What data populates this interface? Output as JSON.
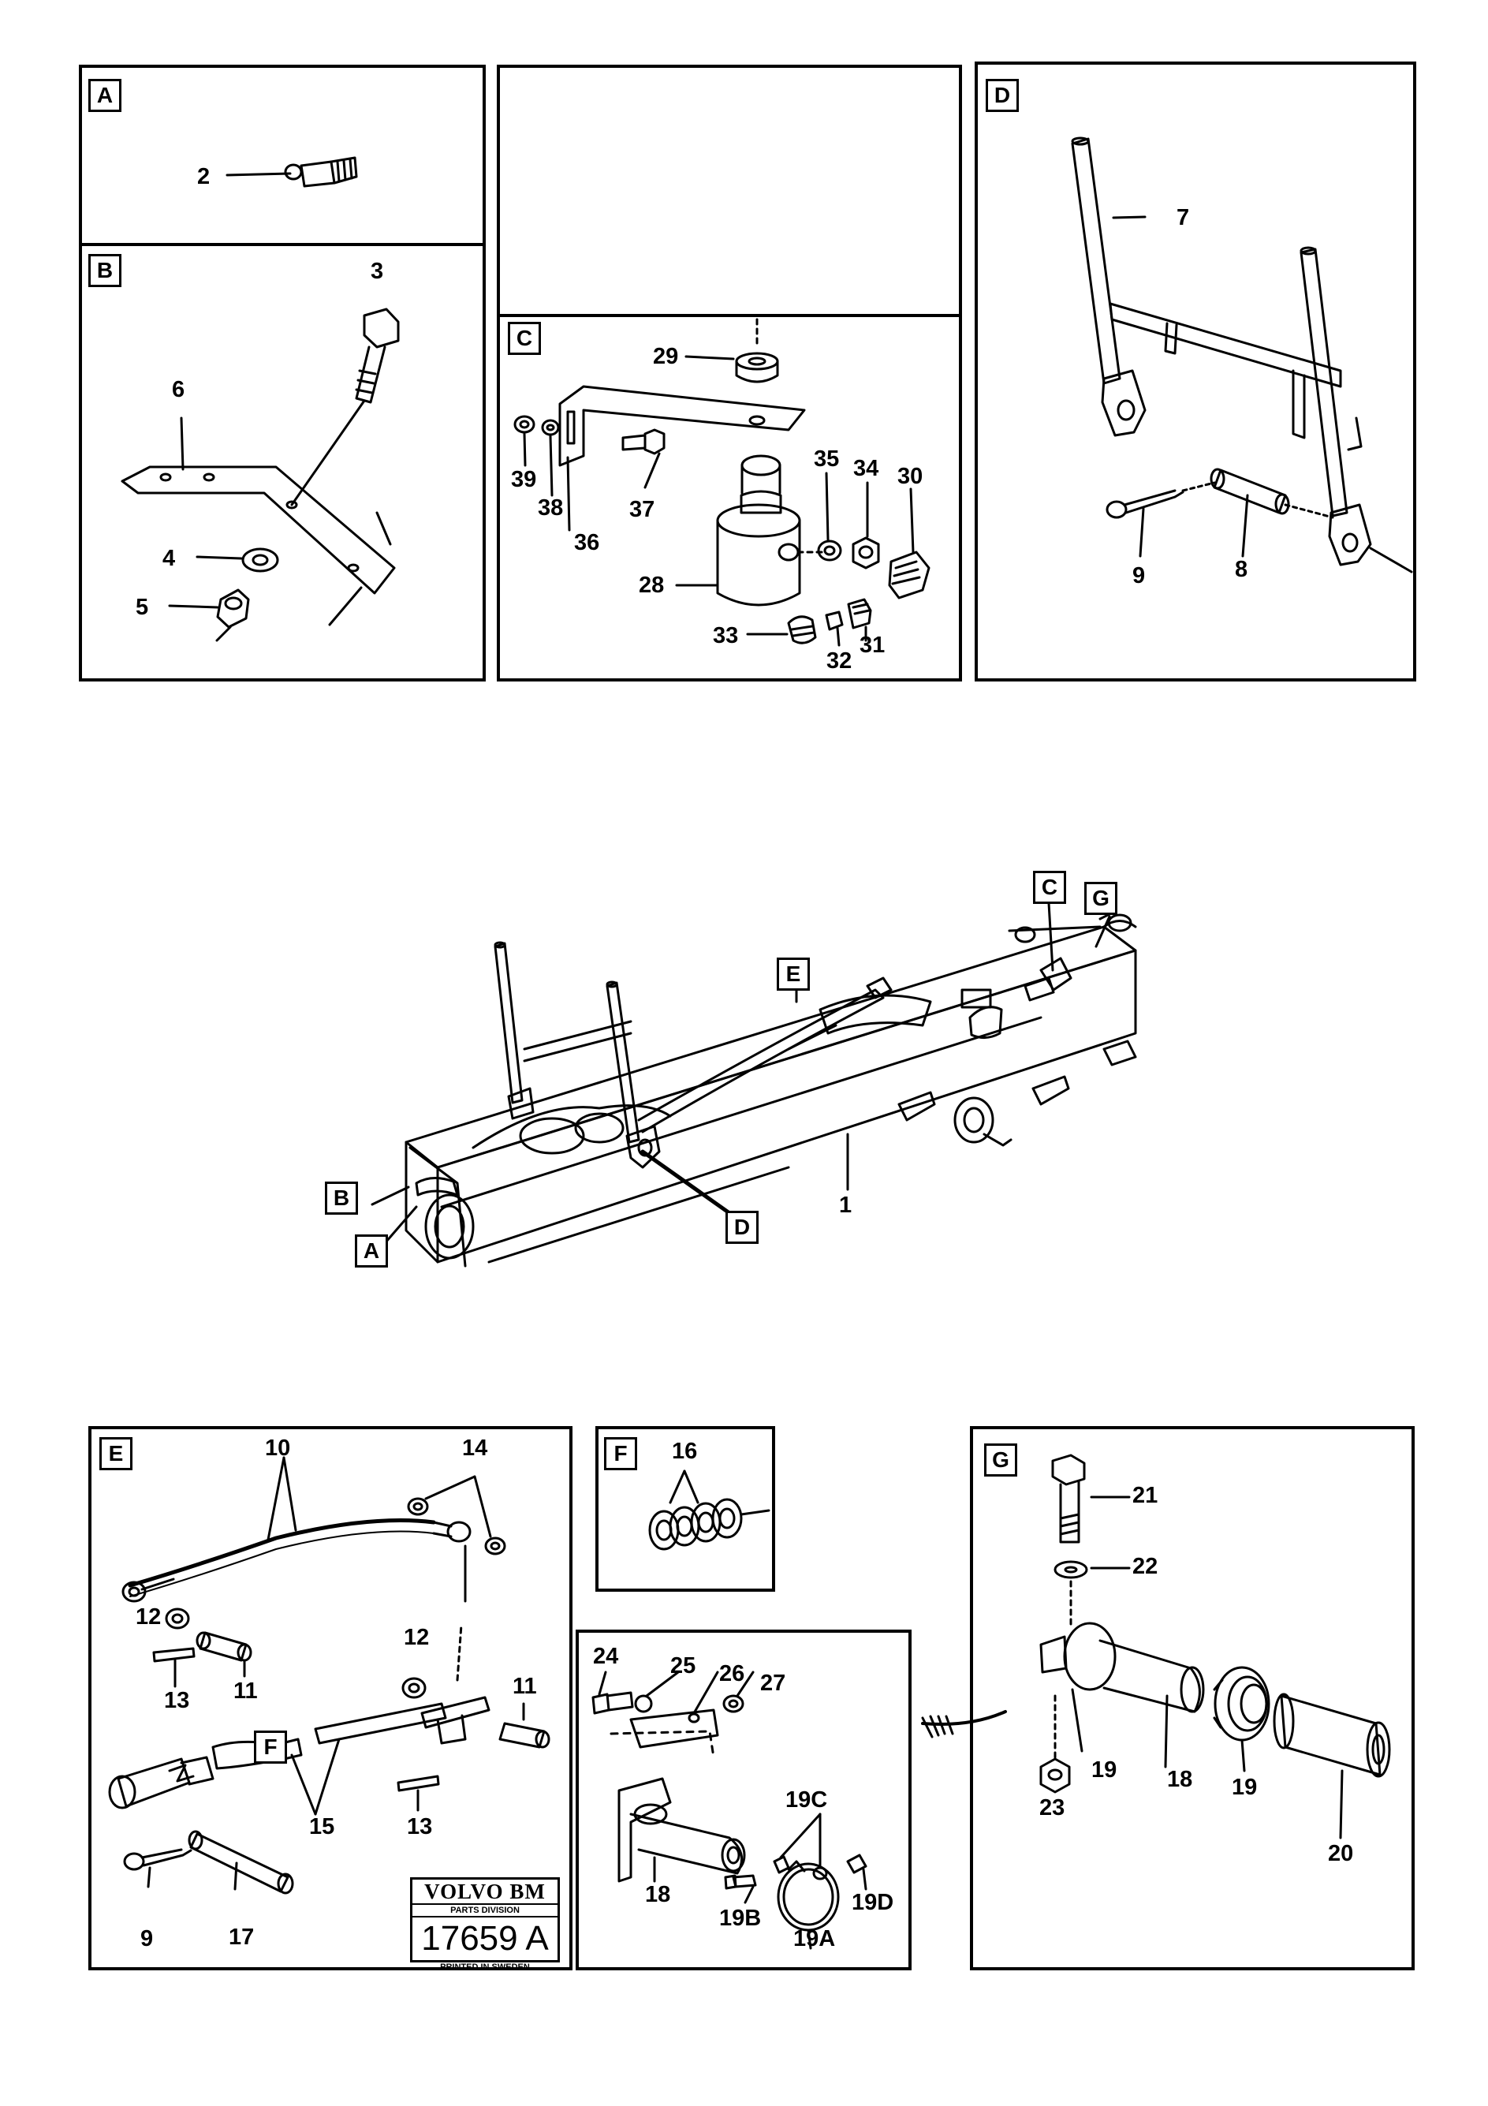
{
  "panels": {
    "A": {
      "tag": "A",
      "callouts": [
        "2"
      ]
    },
    "B": {
      "tag": "B",
      "callouts": [
        "3",
        "6",
        "4",
        "5"
      ]
    },
    "C": {
      "tag": "C",
      "callouts": [
        "29",
        "39",
        "38",
        "36",
        "37",
        "35",
        "34",
        "30",
        "28",
        "33",
        "32",
        "31"
      ]
    },
    "D": {
      "tag": "D",
      "callouts": [
        "7",
        "9",
        "8"
      ]
    },
    "E": {
      "tag": "E",
      "callouts": [
        "10",
        "14",
        "12",
        "11",
        "13",
        "12",
        "11",
        "13",
        "15",
        "9",
        "17"
      ],
      "sub_tag": "F"
    },
    "F": {
      "tag": "F",
      "callouts": [
        "16"
      ]
    },
    "mid": {
      "callouts": [
        "24",
        "25",
        "26",
        "27",
        "19C",
        "18",
        "19B",
        "19A",
        "19D"
      ]
    },
    "G": {
      "tag": "G",
      "callouts": [
        "21",
        "22",
        "19",
        "18",
        "23",
        "19",
        "20"
      ]
    }
  },
  "main_view": {
    "tags": [
      "C",
      "G",
      "E",
      "B",
      "A",
      "D"
    ],
    "callout": "1"
  },
  "stamp": {
    "brand": "VOLVO BM",
    "division": "PARTS DIVISION",
    "code": "17659 A",
    "printed": "PRINTED IN SWEDEN"
  }
}
